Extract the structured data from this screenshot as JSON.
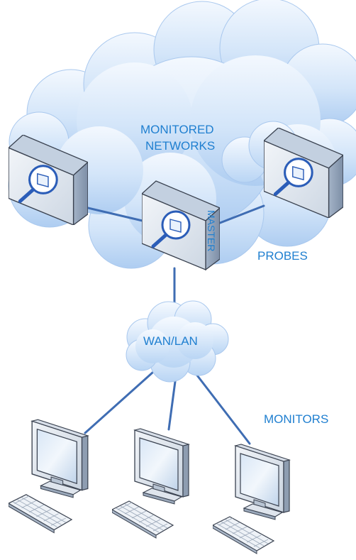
{
  "labels": {
    "monitored_line1": "MONITORED",
    "monitored_line2": "NETWORKS",
    "master": "MASTER",
    "probes": "PROBES",
    "wan_lan": "WAN/LAN",
    "monitors": "MONITORS"
  },
  "colors": {
    "label": "#1f7fd0",
    "cloud_fill": "#c7def7",
    "cloud_edge": "#9ec3ec",
    "link": "#3f6db3",
    "server_front": "#e4ebf4",
    "server_side": "#8c9fb8",
    "server_top": "#b7c6d9",
    "lens": "#2f66c8"
  },
  "nodes": {
    "probe_left": "server-icon",
    "master": "server-icon",
    "probe_right": "server-icon",
    "monitor_left": "computer-icon",
    "monitor_middle": "computer-icon",
    "monitor_right": "computer-icon"
  }
}
